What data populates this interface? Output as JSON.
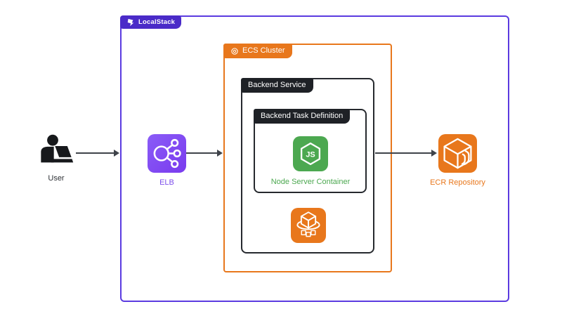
{
  "colors": {
    "background": "#FFFFFF",
    "localstack_border": "#5B3BE0",
    "localstack_tab": "#4A2BC8",
    "aws_orange": "#E8771C",
    "node_green": "#4CA850",
    "dark_tab": "#1E2126",
    "dark_border": "#26292E",
    "arrow": "#3F434A",
    "elb_gradient_top": "#8A5CF7",
    "elb_gradient_bottom": "#7A3BEE",
    "elb_label": "#7C4DEB",
    "user_icon": "#17191C",
    "user_label": "#2E3136"
  },
  "outer_group": {
    "label": "LocalStack"
  },
  "groups": {
    "ecs_cluster": {
      "label": "ECS Cluster"
    },
    "backend_service": {
      "label": "Backend Service"
    },
    "backend_task_definition": {
      "label": "Backend Task Definition"
    }
  },
  "nodes": {
    "user": {
      "label": "User"
    },
    "elb": {
      "label": "ELB"
    },
    "node_server": {
      "label": "Node Server Container",
      "icon_text": "JS"
    },
    "ecr": {
      "label": "ECR Repository"
    }
  },
  "edges": [
    {
      "from": "user",
      "to": "localstack"
    },
    {
      "from": "elb",
      "to": "ecs-cluster"
    },
    {
      "from": "backend-service",
      "to": "ecr-repository"
    }
  ]
}
